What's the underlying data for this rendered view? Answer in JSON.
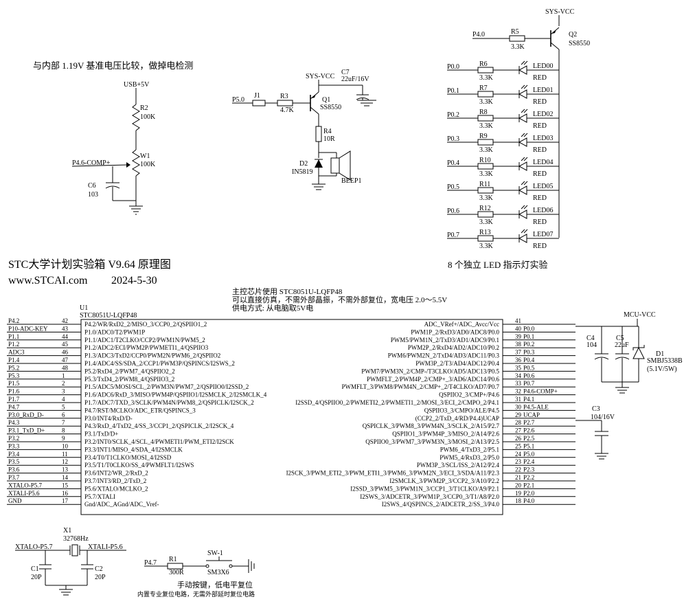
{
  "title": {
    "line1": "STC大学计划实验箱 V9.64 原理图",
    "website": "www.STCAI.com",
    "date": "2024-5-30"
  },
  "notes": {
    "comparator": "与内部 1.19V 基准电压比较，做掉电检测",
    "leds": "8 个独立 LED 指示灯实验",
    "chip": [
      "主控芯片使用 STC8051U-LQFP48",
      "可以直接仿真，不需外部晶振，不需外部复位，宽电压 2.0～5.5V",
      "供电方式: 从电脑取5V电"
    ],
    "reset1": "手动按键，低电平复位",
    "reset2": "内置专业复位电路，无需外部延时复位电路"
  },
  "comparator_circuit": {
    "usb": "USB+5V",
    "r2": "R2",
    "r2v": "100K",
    "w1": "W1",
    "w1v": "100K",
    "net": "P4.6-COMP+",
    "c6": "C6",
    "c6v": "103"
  },
  "buzzer_circuit": {
    "vcc": "SYS-VCC",
    "c7": "C7",
    "c7v": "22uF/16V",
    "p50": "P5.0",
    "j1": "J1",
    "r3": "R3",
    "r3v": "4.7K",
    "q1": "Q1",
    "q1v": "SS8550",
    "r4": "R4",
    "r4v": "10R",
    "d2": "D2",
    "d2v": "IN5819",
    "beep": "BEEP1"
  },
  "led_circuit": {
    "vcc": "SYS-VCC",
    "p40": "P4.0",
    "r5": "R5",
    "r5v": "3.3K",
    "q2": "Q2",
    "q2v": "SS8550",
    "rows": [
      {
        "net": "P0.0",
        "r": "R6",
        "rv": "3.3K",
        "led": "LED00",
        "c": "RED"
      },
      {
        "net": "P0.1",
        "r": "R7",
        "rv": "3.3K",
        "led": "LED01",
        "c": "RED"
      },
      {
        "net": "P0.2",
        "r": "R8",
        "rv": "3.3K",
        "led": "LED02",
        "c": "RED"
      },
      {
        "net": "P0.3",
        "r": "R9",
        "rv": "3.3K",
        "led": "LED03",
        "c": "RED"
      },
      {
        "net": "P0.4",
        "r": "R10",
        "rv": "3.3K",
        "led": "LED04",
        "c": "RED"
      },
      {
        "net": "P0.5",
        "r": "R11",
        "rv": "3.3K",
        "led": "LED05",
        "c": "RED"
      },
      {
        "net": "P0.6",
        "r": "R12",
        "rv": "3.3K",
        "led": "LED06",
        "c": "RED"
      },
      {
        "net": "P0.7",
        "r": "R13",
        "rv": "3.3K",
        "led": "LED07",
        "c": "RED"
      }
    ]
  },
  "mcu": {
    "ref": "U1",
    "part": "STC8051U-LQFP48",
    "left_pins": [
      {
        "net": "P4.2",
        "pin": "42",
        "func": "P4.2/WR/RxD2_2/MISO_3/CCP0_2/QSPIIO1_2"
      },
      {
        "net": "P10-ADC-KEY",
        "pin": "43",
        "func": "P1.0/ADC0/T2/PWM1P"
      },
      {
        "net": "P1.1",
        "pin": "44",
        "func": "P1.1/ADC1/T2CLKO/CCP2/PWM1N/PWM5_2"
      },
      {
        "net": "P1.2",
        "pin": "45",
        "func": "P1.2/ADC2/ECI/PWM2P/PWMETI1_4/QSPIIO3"
      },
      {
        "net": "ADC3",
        "pin": "46",
        "func": "P1.3/ADC3/TxD2/CCP0/PWM2N/PWM6_2/QSPIIO2"
      },
      {
        "net": "P1.4",
        "pin": "47",
        "func": "P1.4/ADC4/SS/SDA_2/CCP1/PWM3P/QSPINCS/I2SWS_2"
      },
      {
        "net": "P5.2",
        "pin": "48",
        "func": "P5.2/RxD4_2/PWM7_4/QSPIIO2_2"
      },
      {
        "net": "P5.3",
        "pin": "1",
        "func": "P5.3/TxD4_2/PWM8_4/QSPIIO3_2"
      },
      {
        "net": "P1.5",
        "pin": "2",
        "func": "P1.5/ADC5/MOSI/SCL_2/PWM3N/PWM7_2/QSPIIO0/I2SSD_2"
      },
      {
        "net": "P1.6",
        "pin": "3",
        "func": "P1.6/ADC6/RxD_3/MISO/PWM4P/QSPIIO1/I2SMCLK_2/I2SMCLK_4"
      },
      {
        "net": "P1.7",
        "pin": "4",
        "func": "P1.7/ADC7/TXD_3/SCLK/PWM4N/PWM8_2/QSPICLK/I2SCK_2"
      },
      {
        "net": "P4.7",
        "pin": "5",
        "func": "P4.7/RST/MCLKO/ADC_ETR/QSPINCS_3"
      },
      {
        "net": "P3.0_RxD_D-",
        "pin": "6",
        "func": "P3.0/INT4/RxD/D-"
      },
      {
        "net": "P4.3",
        "pin": "7",
        "func": "P4.3/RxD_4/TxD2_4/SS_3/CCP1_2/QSPICLK_2/I2SCK_4"
      },
      {
        "net": "P3.1_TxD_D+",
        "pin": "8",
        "func": "P3.1/TxD/D+"
      },
      {
        "net": "P3.2",
        "pin": "9",
        "func": "P3.2/INT0/SCLK_4/SCL_4/PWMETI1/PWM_ETI2/I2SCK"
      },
      {
        "net": "P3.3",
        "pin": "10",
        "func": "P3.3/INT1/MISO_4/SDA_4/I2SMCLK"
      },
      {
        "net": "P3.4",
        "pin": "11",
        "func": "P3.4/T0/T1CLKO/MOSI_4/I2SSD"
      },
      {
        "net": "P3.5",
        "pin": "12",
        "func": "P3.5/T1/T0CLKO/SS_4/PWMFLT1/I2SWS"
      },
      {
        "net": "P3.6",
        "pin": "13",
        "func": "P3.6/INT2/WR_2/RxD_2"
      },
      {
        "net": "P3.7",
        "pin": "14",
        "func": "P3.7/INT3/RD_2/TxD_2"
      },
      {
        "net": "XTALO-P5.7",
        "pin": "15",
        "func": "P5.6/XTALO/MCLKO_2"
      },
      {
        "net": "XTALI-P5.6",
        "pin": "16",
        "func": "P5.7/XTALI"
      },
      {
        "net": "GND",
        "pin": "17",
        "func": "Gnd/ADC_AGnd/ADC_Vref-"
      }
    ],
    "right_pins": [
      {
        "pin": "41",
        "net": "",
        "func": "ADC_VRef+/ADC_Avcc/Vcc"
      },
      {
        "pin": "40",
        "net": "P0.0",
        "func": "PWM1P_2/RxD3/AD0/ADC8/P0.0"
      },
      {
        "pin": "39",
        "net": "P0.1",
        "func": "PWM5/PWM1N_2/TxD3/AD1/ADC9/P0.1"
      },
      {
        "pin": "38",
        "net": "P0.2",
        "func": "PWM2P_2/RxD4/AD2/ADC10/P0.2"
      },
      {
        "pin": "37",
        "net": "P0.3",
        "func": "PWM6/PWM2N_2/TxD4/AD3/ADC11/P0.3"
      },
      {
        "pin": "36",
        "net": "P0.4",
        "func": "PWM3P_2/T3/AD4/ADC12/P0.4"
      },
      {
        "pin": "35",
        "net": "P0.5",
        "func": "PWM7/PWM3N_2/CMP-/T3CLKO/AD5/ADC13/P0.5"
      },
      {
        "pin": "34",
        "net": "P0.6",
        "func": "PWMFLT_2/PWM4P_2/CMP+_3/AD6/ADC14/P0.6"
      },
      {
        "pin": "33",
        "net": "P0.7",
        "func": "PWMFLT_3/PWM8/PWM4N_2/CMP+_2/T4CLKO/AD7/P0.7"
      },
      {
        "pin": "32",
        "net": "P4.6-COMP+",
        "func": "QSPIIO2_3/CMP+/P4.6"
      },
      {
        "pin": "31",
        "net": "P4.1",
        "func": "I2SSD_4/QSPIIO0_2/PWMETI2_2/PWMETI1_2/MOSI_3/ECI_2/CMPO_2/P4.1"
      },
      {
        "pin": "30",
        "net": "P4.5-ALE",
        "func": "QSPIIO3_3/CMPO/ALE/P4.5"
      },
      {
        "pin": "29",
        "net": "UCAP",
        "func": "(CCP2_2/TxD_4/RD/P4.4)UCAP"
      },
      {
        "pin": "28",
        "net": "P2.7",
        "func": "QSPICLK_3/PWM8_3/PWM4N_3/SCLK_2/A15/P2.7"
      },
      {
        "pin": "27",
        "net": "P2.6",
        "func": "QSPIIO1_3/PWM4P_3/MISO_2/A14/P2.6"
      },
      {
        "pin": "26",
        "net": "P2.5",
        "func": "QSPIIO0_3/PWM7_3/PWM3N_3/MOSI_2/A13/P2.5"
      },
      {
        "pin": "25",
        "net": "P5.1",
        "func": "PWM6_4/TxD3_2/P5.1"
      },
      {
        "pin": "24",
        "net": "P5.0",
        "func": "PWM5_4/RxD3_2/P5.0"
      },
      {
        "pin": "23",
        "net": "P2.4",
        "func": "PWM3P_3/SCL/ISS_2/A12/P2.4"
      },
      {
        "pin": "22",
        "net": "P2.3",
        "func": "I2SCK_3/PWM_ETI2_3/PWM_ETI1_3/PWM6_3/PWM2N_3/ECI_3/SDA/A11/P2.3"
      },
      {
        "pin": "21",
        "net": "P2.2",
        "func": "I2SMCLK_3/PWM2P_3/CCP2_3/A10/P2.2"
      },
      {
        "pin": "20",
        "net": "P2.1",
        "func": "I2SSD_3/PWM5_3/PWM1N_3/CCP1_3/T1CLKO/A9/P2.1"
      },
      {
        "pin": "19",
        "net": "P2.0",
        "func": "I2SWS_3/ADCETR_3/PWM1P_3/CCP0_3/T1/A8/P2.0"
      },
      {
        "pin": "18",
        "net": "P4.0",
        "func": "I2SWS_4/QSPINCS_2/ADCETR_2/SS_3/P4.0"
      }
    ]
  },
  "power": {
    "vcc": "MCU-VCC",
    "c4": "C4",
    "c4v": "104",
    "c5": "C5",
    "c5v": "22uF",
    "d1": "D1",
    "d1v": "SMBJ5338B",
    "d1v2": "(5.1V/5W)",
    "c3": "C3",
    "c3v": "104/16V"
  },
  "crystal": {
    "x1": "X1",
    "x1v": "32768Hz",
    "xo": "XTALO-P5.7",
    "xi": "XTALI-P5.6",
    "c1": "C1",
    "c1v": "20P",
    "c2": "C2",
    "c2v": "20P"
  },
  "reset": {
    "p47": "P4.7",
    "r1": "R1",
    "r1v": "300R",
    "sw": "SW-1",
    "swv": "SM3X6"
  }
}
